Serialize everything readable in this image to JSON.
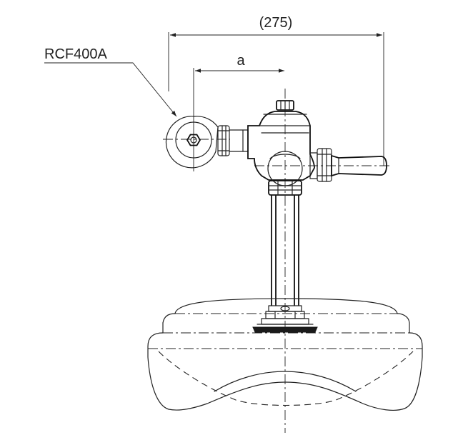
{
  "labels": {
    "overall_dimension": "(275)",
    "part_number": "RCF400A",
    "offset_dimension": "a"
  },
  "colors": {
    "line": "#222222",
    "background": "#ffffff"
  }
}
